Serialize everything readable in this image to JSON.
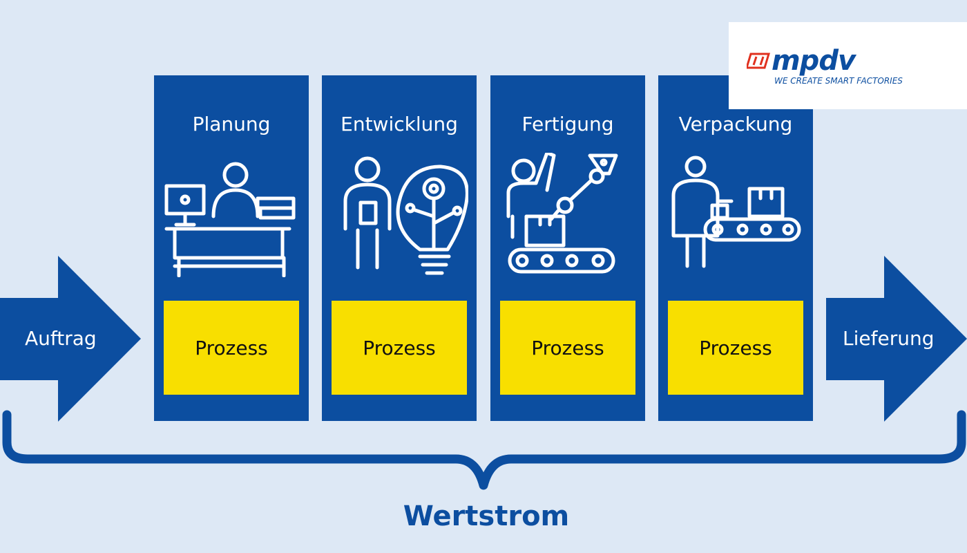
{
  "input_arrow": {
    "label": "Auftrag"
  },
  "output_arrow": {
    "label": "Lieferung"
  },
  "stages": [
    {
      "title": "Planung",
      "icon": "office-desk-worker-icon",
      "process": "Prozess"
    },
    {
      "title": "Entwicklung",
      "icon": "scientist-lightbulb-icon",
      "process": "Prozess"
    },
    {
      "title": "Fertigung",
      "icon": "robot-arm-worker-icon",
      "process": "Prozess"
    },
    {
      "title": "Verpackung",
      "icon": "conveyor-packaging-icon",
      "process": "Prozess"
    }
  ],
  "brace_label": "Wertstrom",
  "logo": {
    "brand": "mpdv",
    "tagline": "WE CREATE SMART FACTORIES"
  },
  "colors": {
    "background": "#dde8f5",
    "primary_blue": "#0c4ea0",
    "process_yellow": "#f8df00",
    "logo_red": "#e0301e"
  }
}
